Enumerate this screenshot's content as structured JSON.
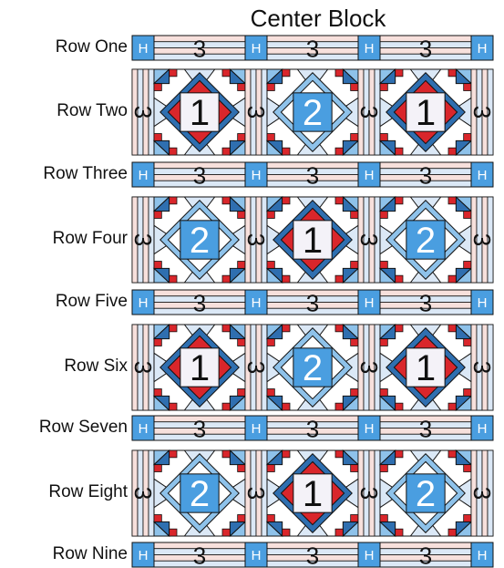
{
  "title": "Center Block",
  "rows": [
    {
      "label": "Row One",
      "type": "sash"
    },
    {
      "label": "Row Two",
      "type": "blocks",
      "blocks": [
        "1",
        "2",
        "1"
      ]
    },
    {
      "label": "Row Three",
      "type": "sash"
    },
    {
      "label": "Row Four",
      "type": "blocks",
      "blocks": [
        "2",
        "1",
        "2"
      ]
    },
    {
      "label": "Row Five",
      "type": "sash"
    },
    {
      "label": "Row Six",
      "type": "blocks",
      "blocks": [
        "1",
        "2",
        "1"
      ]
    },
    {
      "label": "Row Seven",
      "type": "sash"
    },
    {
      "label": "Row Eight",
      "type": "blocks",
      "blocks": [
        "2",
        "1",
        "2"
      ]
    },
    {
      "label": "Row Nine",
      "type": "sash"
    }
  ],
  "labels": {
    "cornerstone": "H",
    "sashing": "3",
    "sashing_vertical": "3"
  },
  "colors": {
    "dark_blue": "#2f6fb0",
    "light_blue": "#8ec2ea",
    "red": "#d9262b",
    "pale_pink": "#f7e0dc",
    "pale_blue": "#dbe8f6",
    "cream": "#f4f2f8",
    "cornerstone": "#4a9ee0",
    "outline": "#111111"
  }
}
